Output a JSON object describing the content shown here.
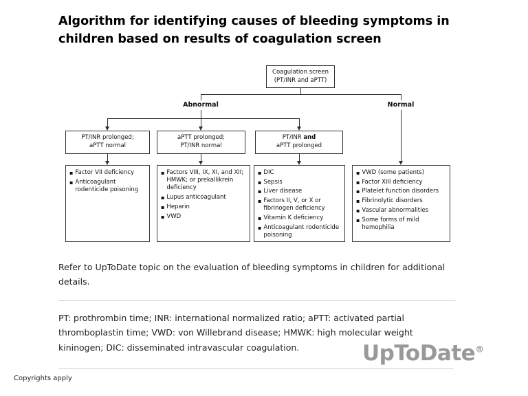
{
  "title": {
    "lines": [
      "Algorithm for identifying causes of bleeding symptoms in",
      "children based on results of coagulation screen"
    ]
  },
  "flowchart": {
    "root": {
      "line1": "Coagulation screen",
      "line2": "(PT/INR and aPTT)"
    },
    "branch_left_label": "Abnormal",
    "branch_right_label": "Normal",
    "conditions": [
      {
        "line1": "PT/INR prolonged;",
        "line2": "aPTT normal"
      },
      {
        "line1": "aPTT prolonged;",
        "line2": "PT/INR normal"
      },
      {
        "line1_prefix": "PT/INR ",
        "line1_bold": "and",
        "line2": "aPTT prolonged"
      }
    ],
    "outcomes": [
      {
        "items": [
          "Factor VII deficiency",
          "Anticoagulant rodenticide poisoning"
        ]
      },
      {
        "items": [
          "Factors VIII, IX, XI, and XII; HMWK; or prekallikrein deficiency",
          "Lupus anticoagulant",
          "Heparin",
          "VWD"
        ]
      },
      {
        "items": [
          "DIC",
          "Sepsis",
          "Liver disease",
          "Factors II, V, or X or fibrinogen deficiency",
          "Vitamin K deficiency",
          "Anticoagulant rodenticide poisoning"
        ]
      },
      {
        "items": [
          "VWD (some patients)",
          "Factor XIII deficiency",
          "Platelet function disorders",
          "Fibrinolytic disorders",
          "Vascular abnormalities",
          "Some forms of mild hemophilia"
        ]
      }
    ]
  },
  "notes": {
    "refer_text": "Refer to UpToDate topic on the evaluation of bleeding symptoms in children for additional details.",
    "abbreviations": "PT: prothrombin time; INR: international normalized ratio; aPTT: activated partial thromboplastin time; VWD: von Willebrand disease; HMWK: high molecular weight kininogen; DIC: disseminated intravascular coagulation."
  },
  "footer": {
    "copyright": "Copyrights apply",
    "logo_text": "UpToDate",
    "logo_reg": "®"
  },
  "icons": {
    "bullet": "▪"
  },
  "colors": {
    "text": "#1a1a1a",
    "connector": "#2f2f2f",
    "divider": "#cccccc",
    "logo_gray": "#97999b",
    "background": "#ffffff"
  }
}
